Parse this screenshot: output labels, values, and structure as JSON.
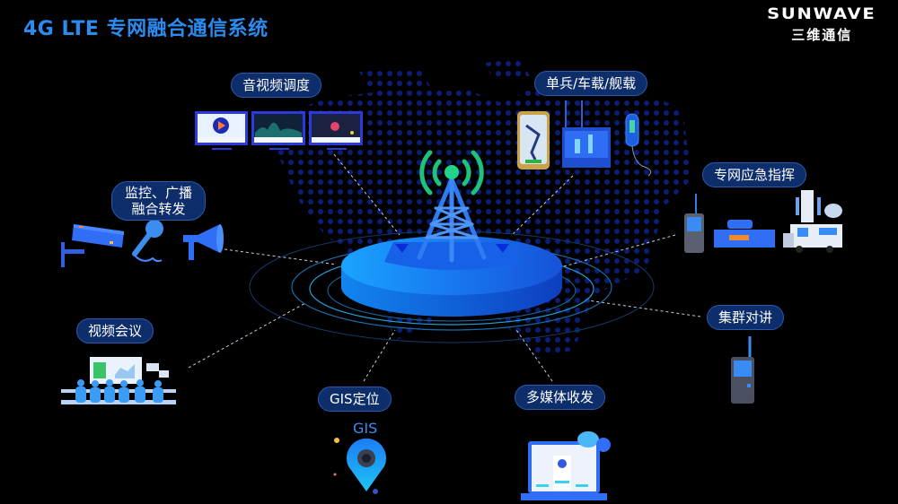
{
  "header": {
    "title": "4G LTE 专网融合通信系统",
    "logo_en": "SUNWAVE",
    "logo_cn": "三维通信"
  },
  "center": {
    "icon": "lte-base-station-tower-icon",
    "colors": {
      "platform": "#1e6ef0",
      "signal": "#1fc27a",
      "title": "#2a8cf0",
      "pill_bg": "#0d2d6b",
      "pill_border": "#2a5aad"
    }
  },
  "nodes": [
    {
      "id": "av-dispatch",
      "label": "音视频调度",
      "icon": "monitors-icon"
    },
    {
      "id": "terminals",
      "label": "单兵/车载/舰载",
      "icon": "devices-icon"
    },
    {
      "id": "monitor-broadcast",
      "label_line1": "监控、广播",
      "label_line2": "融合转发",
      "icon": "camera-mic-speaker-icon"
    },
    {
      "id": "emergency-command",
      "label": "专网应急指挥",
      "icon": "radio-vehicle-icon"
    },
    {
      "id": "video-conference",
      "label": "视频会议",
      "icon": "conference-icon"
    },
    {
      "id": "trunking",
      "label": "集群对讲",
      "icon": "walkie-talkie-icon"
    },
    {
      "id": "gis",
      "label": "GIS定位",
      "icon_text": "GIS",
      "icon": "map-pin-icon"
    },
    {
      "id": "multimedia",
      "label": "多媒体收发",
      "icon": "laptop-chat-icon"
    }
  ]
}
